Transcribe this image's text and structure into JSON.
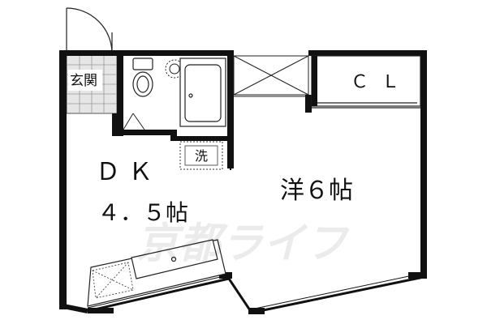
{
  "rooms": {
    "dk_name": "ＤＫ",
    "dk_size": "４．５帖",
    "western_room": "洋６帖",
    "closet": "ＣＬ",
    "entrance": "玄関",
    "washer": "洗"
  },
  "watermark": "京都ライフ"
}
